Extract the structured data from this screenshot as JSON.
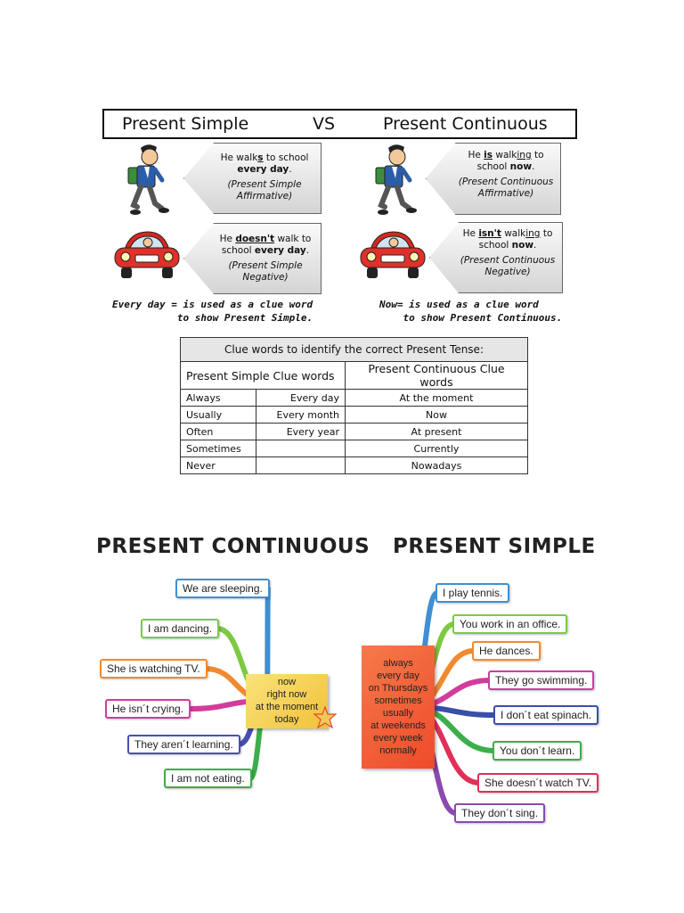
{
  "header": {
    "left": "Present Simple",
    "vs": "VS",
    "right": "Present Continuous"
  },
  "bubbles": {
    "simple_aff": {
      "pre": "He walk",
      "s": "s",
      "mid": " to school",
      "emph": "every day",
      "end": ".",
      "note": "(Present Simple Affirmative)"
    },
    "simple_neg": {
      "pre": "He ",
      "neg": "doesn't",
      "mid": " walk to school ",
      "emph": "every day",
      "end": ".",
      "note": "(Present Simple Negative)"
    },
    "cont_aff": {
      "pre": "He ",
      "aux": "is",
      "mid": " walk",
      "ing": "ing",
      "mid2": " to school ",
      "emph": "now",
      "end": ".",
      "note": "(Present Continuous Affirmative)"
    },
    "cont_neg": {
      "pre": "He ",
      "aux": "isn't",
      "mid": " walk",
      "ing": "ing",
      "mid2": " to school ",
      "emph": "now",
      "end": ".",
      "note": "(Present Continuous Negative)"
    }
  },
  "clue_notes": {
    "simple": "Every day = is used as a clue word\n           to show Present Simple.",
    "continuous": "Now= is used as a clue word\n    to show Present Continuous."
  },
  "table": {
    "title": "Clue words to identify the correct Present Tense:",
    "col_simple": "Present Simple Clue words",
    "col_continuous": "Present Continuous Clue words",
    "rows": [
      [
        "Always",
        "Every day",
        "At the moment"
      ],
      [
        "Usually",
        "Every month",
        "Now"
      ],
      [
        "Often",
        "Every year",
        "At present"
      ],
      [
        "Sometimes",
        "",
        "Currently"
      ],
      [
        "Never",
        "",
        "Nowadays"
      ]
    ]
  },
  "mindmap_continuous": {
    "title": "PRESENT CONTINUOUS",
    "center": [
      "now",
      "right now",
      "at the moment",
      "today"
    ],
    "center_color": "#f7d34a",
    "items": [
      {
        "text": "We are sleeping.",
        "color": "#3f8fd2"
      },
      {
        "text": "I am dancing.",
        "color": "#7ec843"
      },
      {
        "text": "She is watching TV.",
        "color": "#f08a30"
      },
      {
        "text": "He isn´t crying.",
        "color": "#d23c9a"
      },
      {
        "text": "They aren´t learning.",
        "color": "#4a4fb0"
      },
      {
        "text": "I am not eating.",
        "color": "#3cae4a"
      }
    ]
  },
  "mindmap_simple": {
    "title": "PRESENT SIMPLE",
    "center": [
      "always",
      "every day",
      "on Thursdays",
      "sometimes",
      "usually",
      "at weekends",
      "every week",
      "normally"
    ],
    "center_color": "#f2643a",
    "items": [
      {
        "text": "I play tennis.",
        "color": "#3f8fd2"
      },
      {
        "text": "You work in an office.",
        "color": "#7ec843"
      },
      {
        "text": "He dances.",
        "color": "#f08a30"
      },
      {
        "text": "They go swimming.",
        "color": "#d23c9a"
      },
      {
        "text": "I don´t eat spinach.",
        "color": "#3a4fa8"
      },
      {
        "text": "You don´t learn.",
        "color": "#3cae4a"
      },
      {
        "text": "She doesn´t watch TV.",
        "color": "#e0305a"
      },
      {
        "text": "They don´t sing.",
        "color": "#8a4ab0"
      }
    ]
  }
}
